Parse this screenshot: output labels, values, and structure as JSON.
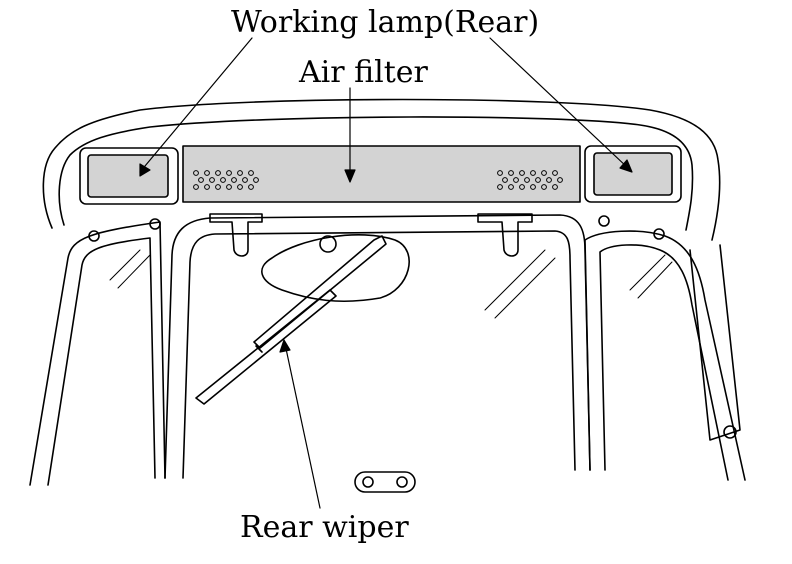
{
  "labels": {
    "working_lamp": "Working lamp(Rear)",
    "air_filter": "Air filter",
    "rear_wiper": "Rear wiper"
  },
  "colors": {
    "line": "#000000",
    "panel_fill": "#d3d3d3",
    "background": "#ffffff"
  }
}
